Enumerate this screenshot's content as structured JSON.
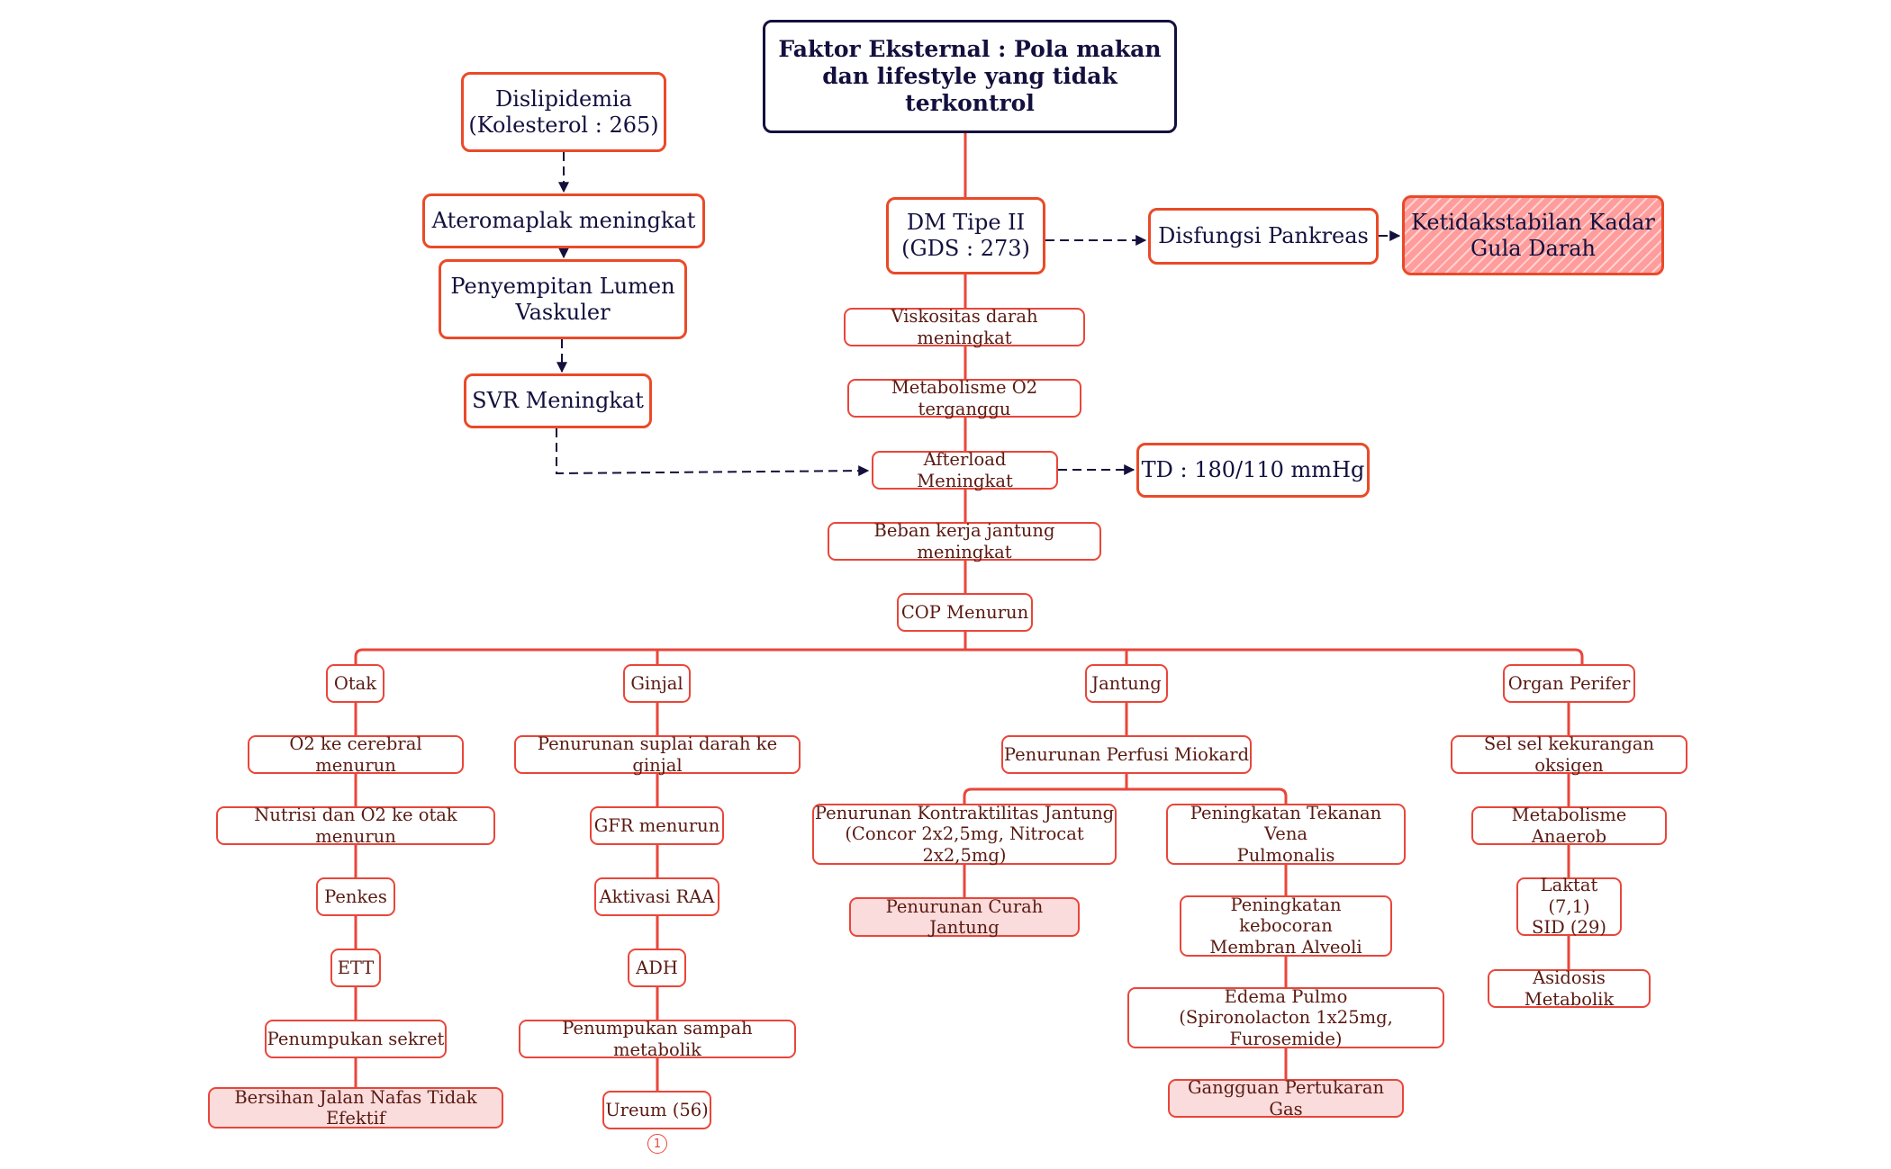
{
  "colors": {
    "border_red": "#ea4a28",
    "line_red": "#e9463a",
    "dark_navy": "#13103e",
    "pink_fill": "#fbdcdc",
    "hatch_fill": "#ff9c9c"
  },
  "nodes": {
    "root": "Faktor Eksternal : Pola makan\ndan lifestyle yang tidak\nterkontrol",
    "dislipidemia": "Dislipidemia\n(Kolesterol : 265)",
    "ateromaplak": "Ateromaplak meningkat",
    "penyempitan": "Penyempitan Lumen\nVaskuler",
    "svr": "SVR Meningkat",
    "dm": "DM Tipe II\n(GDS : 273)",
    "disfungsi": "Disfungsi Pankreas",
    "ketidakstabilan": "Ketidakstabilan Kadar\nGula Darah",
    "viskositas": "Viskositas darah meningkat",
    "metabolisme_o2": "Metabolisme O2 terganggu",
    "afterload": "Afterload Meningkat",
    "td": "TD : 180/110 mmHg",
    "beban": "Beban kerja jantung meningkat",
    "cop": "COP Menurun",
    "otak": "Otak",
    "o2_cerebral": "O2 ke cerebral menurun",
    "nutrisi": "Nutrisi dan O2 ke otak menurun",
    "penkes": "Penkes",
    "ett": "ETT",
    "sekret": "Penumpukan sekret",
    "bersihan": "Bersihan Jalan Nafas Tidak Efektif",
    "ginjal": "Ginjal",
    "suplai": "Penurunan suplai darah ke ginjal",
    "gfr": "GFR menurun",
    "raa": "Aktivasi RAA",
    "adh": "ADH",
    "sampah": "Penumpukan sampah metabolik",
    "ureum": "Ureum (56)",
    "jantung": "Jantung",
    "perfusi": "Penurunan Perfusi Miokard",
    "kontraktilitas": "Penurunan Kontraktilitas Jantung\n(Concor 2x2,5mg, Nitrocat 2x2,5mg)",
    "curah": "Penurunan Curah Jantung",
    "tekanan_vena": "Peningkatan Tekanan Vena\nPulmonalis",
    "kebocoran": "Peningkatan kebocoran\nMembran Alveoli",
    "edema": "Edema Pulmo\n(Spironolacton 1x25mg, Furosemide)",
    "gangguan": "Gangguan Pertukaran Gas",
    "perifer": "Organ Perifer",
    "sel": "Sel sel kekurangan oksigen",
    "anaerob": "Metabolisme Anaerob",
    "laktat": "Laktat (7,1)\nSID (29)",
    "asidosis": "Asidosis Metabolik"
  },
  "marker": "1"
}
